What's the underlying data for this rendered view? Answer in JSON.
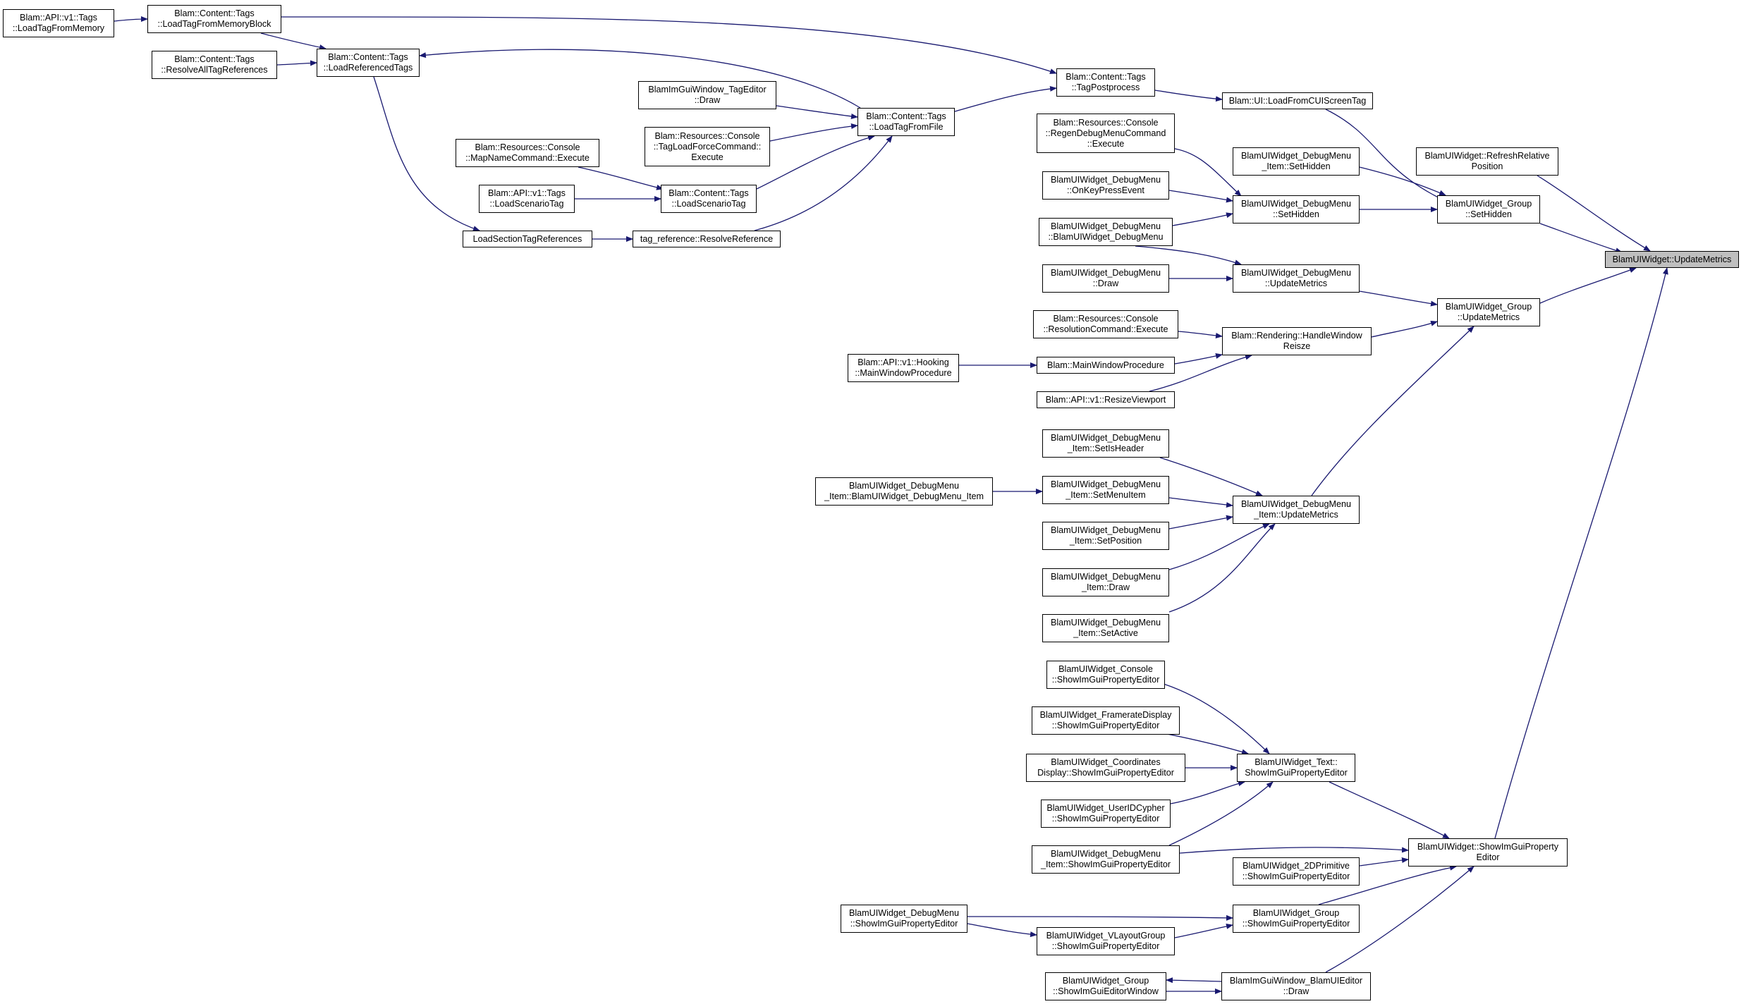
{
  "diagram": {
    "type": "call-graph",
    "focus_node": "n_target",
    "colors": {
      "edge": "#191970",
      "node_border": "#000000",
      "node_bg": "#ffffff",
      "focus_bg": "#bfbfbf"
    },
    "nodes": [
      {
        "id": "n_target",
        "label": "BlamUIWidget::UpdateMetrics"
      },
      {
        "id": "n_refreshrel",
        "label": "BlamUIWidget::RefreshRelative\nPosition"
      },
      {
        "id": "n_grp_sethidden",
        "label": "BlamUIWidget_Group\n::SetHidden"
      },
      {
        "id": "n_grp_updmet",
        "label": "BlamUIWidget_Group\n::UpdateMetrics"
      },
      {
        "id": "n_showimgui",
        "label": "BlamUIWidget::ShowImGuiProperty\nEditor"
      },
      {
        "id": "n_loadfromcui",
        "label": "Blam::UI::LoadFromCUIScreenTag"
      },
      {
        "id": "n_dm_item_sethidden",
        "label": "BlamUIWidget_DebugMenu\n_Item::SetHidden"
      },
      {
        "id": "n_dm_sethidden",
        "label": "BlamUIWidget_DebugMenu\n::SetHidden"
      },
      {
        "id": "n_dm_updmet",
        "label": "BlamUIWidget_DebugMenu\n::UpdateMetrics"
      },
      {
        "id": "n_handleresize",
        "label": "Blam::Rendering::HandleWindow\nReisze"
      },
      {
        "id": "n_dmi_updmet",
        "label": "BlamUIWidget_DebugMenu\n_Item::UpdateMetrics"
      },
      {
        "id": "n_text_showimgui",
        "label": "BlamUIWidget_Text::\nShowImGuiPropertyEditor"
      },
      {
        "id": "n_2dprim",
        "label": "BlamUIWidget_2DPrimitive\n::ShowImGuiPropertyEditor"
      },
      {
        "id": "n_grp_showimgui",
        "label": "BlamUIWidget_Group\n::ShowImGuiPropertyEditor"
      },
      {
        "id": "n_imguiwin_draw",
        "label": "BlamImGuiWindow_BlamUIEditor\n::Draw"
      },
      {
        "id": "n_tagpostprocess",
        "label": "Blam::Content::Tags\n::TagPostprocess"
      },
      {
        "id": "n_regendebug",
        "label": "Blam::Resources::Console\n::RegenDebugMenuCommand\n::Execute"
      },
      {
        "id": "n_dm_onkey",
        "label": "BlamUIWidget_DebugMenu\n::OnKeyPressEvent"
      },
      {
        "id": "n_dm_ctor",
        "label": "BlamUIWidget_DebugMenu\n::BlamUIWidget_DebugMenu"
      },
      {
        "id": "n_dm_draw",
        "label": "BlamUIWidget_DebugMenu\n::Draw"
      },
      {
        "id": "n_rescmd",
        "label": "Blam::Resources::Console\n::ResolutionCommand::Execute"
      },
      {
        "id": "n_mainwndproc",
        "label": "Blam::MainWindowProcedure"
      },
      {
        "id": "n_resizevp",
        "label": "Blam::API::v1::ResizeViewport"
      },
      {
        "id": "n_dmi_setisheader",
        "label": "BlamUIWidget_DebugMenu\n_Item::SetIsHeader"
      },
      {
        "id": "n_dmi_setmenuitem",
        "label": "BlamUIWidget_DebugMenu\n_Item::SetMenuItem"
      },
      {
        "id": "n_dmi_setpos",
        "label": "BlamUIWidget_DebugMenu\n_Item::SetPosition"
      },
      {
        "id": "n_dmi_draw",
        "label": "BlamUIWidget_DebugMenu\n_Item::Draw"
      },
      {
        "id": "n_dmi_setactive",
        "label": "BlamUIWidget_DebugMenu\n_Item::SetActive"
      },
      {
        "id": "n_console_showimgui",
        "label": "BlamUIWidget_Console\n::ShowImGuiPropertyEditor"
      },
      {
        "id": "n_framerate",
        "label": "BlamUIWidget_FramerateDisplay\n::ShowImGuiPropertyEditor"
      },
      {
        "id": "n_coords",
        "label": "BlamUIWidget_Coordinates\nDisplay::ShowImGuiPropertyEditor"
      },
      {
        "id": "n_useridcypher",
        "label": "BlamUIWidget_UserIDCypher\n::ShowImGuiPropertyEditor"
      },
      {
        "id": "n_dmi_showimgui",
        "label": "BlamUIWidget_DebugMenu\n_Item::ShowImGuiPropertyEditor"
      },
      {
        "id": "n_vlayout",
        "label": "BlamUIWidget_VLayoutGroup\n::ShowImGuiPropertyEditor"
      },
      {
        "id": "n_grp_showeditorwin",
        "label": "BlamUIWidget_Group\n::ShowImGuiEditorWindow"
      },
      {
        "id": "n_hooking_mwp",
        "label": "Blam::API::v1::Hooking\n::MainWindowProcedure"
      },
      {
        "id": "n_dmi_ctor",
        "label": "BlamUIWidget_DebugMenu\n_Item::BlamUIWidget_DebugMenu_Item"
      },
      {
        "id": "n_dm_showimgui",
        "label": "BlamUIWidget_DebugMenu\n::ShowImGuiPropertyEditor"
      },
      {
        "id": "n_loadtagfromfile",
        "label": "Blam::Content::Tags\n::LoadTagFromFile"
      },
      {
        "id": "n_tageditor_draw",
        "label": "BlamImGuiWindow_TagEditor\n::Draw"
      },
      {
        "id": "n_tagloadforce",
        "label": "Blam::Resources::Console\n::TagLoadForceCommand::\nExecute"
      },
      {
        "id": "n_loadscenario_tags",
        "label": "Blam::Content::Tags\n::LoadScenarioTag"
      },
      {
        "id": "n_resolveref",
        "label": "tag_reference::ResolveReference"
      },
      {
        "id": "n_mapname",
        "label": "Blam::Resources::Console\n::MapNameCommand::Execute"
      },
      {
        "id": "n_api_loadscenario",
        "label": "Blam::API::v1::Tags\n::LoadScenarioTag"
      },
      {
        "id": "n_loadsection",
        "label": "LoadSectionTagReferences"
      },
      {
        "id": "n_loadrefd",
        "label": "Blam::Content::Tags\n::LoadReferencedTags"
      },
      {
        "id": "n_resolveall",
        "label": "Blam::Content::Tags\n::ResolveAllTagReferences"
      },
      {
        "id": "n_loadfrommemblock",
        "label": "Blam::Content::Tags\n::LoadTagFromMemoryBlock"
      },
      {
        "id": "n_api_loadfrommem",
        "label": "Blam::API::v1::Tags\n::LoadTagFromMemory"
      }
    ],
    "edges": [
      [
        "n_refreshrel",
        "n_target"
      ],
      [
        "n_grp_sethidden",
        "n_target"
      ],
      [
        "n_grp_updmet",
        "n_target"
      ],
      [
        "n_showimgui",
        "n_target"
      ],
      [
        "n_loadfromcui",
        "n_grp_sethidden"
      ],
      [
        "n_dm_item_sethidden",
        "n_grp_sethidden"
      ],
      [
        "n_dm_sethidden",
        "n_grp_sethidden"
      ],
      [
        "n_dm_updmet",
        "n_grp_updmet"
      ],
      [
        "n_handleresize",
        "n_grp_updmet"
      ],
      [
        "n_dmi_updmet",
        "n_grp_updmet"
      ],
      [
        "n_text_showimgui",
        "n_showimgui"
      ],
      [
        "n_2dprim",
        "n_showimgui"
      ],
      [
        "n_grp_showimgui",
        "n_showimgui"
      ],
      [
        "n_imguiwin_draw",
        "n_showimgui"
      ],
      [
        "n_dmi_showimgui",
        "n_showimgui"
      ],
      [
        "n_tagpostprocess",
        "n_loadfromcui"
      ],
      [
        "n_regendebug",
        "n_dm_sethidden"
      ],
      [
        "n_dm_onkey",
        "n_dm_sethidden"
      ],
      [
        "n_dm_ctor",
        "n_dm_sethidden"
      ],
      [
        "n_dm_ctor",
        "n_dm_updmet"
      ],
      [
        "n_dm_draw",
        "n_dm_updmet"
      ],
      [
        "n_rescmd",
        "n_handleresize"
      ],
      [
        "n_mainwndproc",
        "n_handleresize"
      ],
      [
        "n_resizevp",
        "n_handleresize"
      ],
      [
        "n_hooking_mwp",
        "n_mainwndproc"
      ],
      [
        "n_dmi_setisheader",
        "n_dmi_updmet"
      ],
      [
        "n_dmi_setmenuitem",
        "n_dmi_updmet"
      ],
      [
        "n_dmi_setpos",
        "n_dmi_updmet"
      ],
      [
        "n_dmi_draw",
        "n_dmi_updmet"
      ],
      [
        "n_dmi_setactive",
        "n_dmi_updmet"
      ],
      [
        "n_dmi_ctor",
        "n_dmi_setmenuitem"
      ],
      [
        "n_console_showimgui",
        "n_text_showimgui"
      ],
      [
        "n_framerate",
        "n_text_showimgui"
      ],
      [
        "n_coords",
        "n_text_showimgui"
      ],
      [
        "n_useridcypher",
        "n_text_showimgui"
      ],
      [
        "n_dmi_showimgui",
        "n_text_showimgui"
      ],
      [
        "n_dm_showimgui",
        "n_grp_showimgui"
      ],
      [
        "n_vlayout",
        "n_grp_showimgui"
      ],
      [
        "n_dm_showimgui",
        "n_vlayout"
      ],
      [
        "n_imguiwin_draw",
        "n_grp_showeditorwin"
      ],
      [
        "n_grp_showeditorwin",
        "n_imguiwin_draw"
      ],
      [
        "n_loadtagfromfile",
        "n_tagpostprocess"
      ],
      [
        "n_loadfrommemblock",
        "n_tagpostprocess"
      ],
      [
        "n_tageditor_draw",
        "n_loadtagfromfile"
      ],
      [
        "n_tagloadforce",
        "n_loadtagfromfile"
      ],
      [
        "n_loadscenario_tags",
        "n_loadtagfromfile"
      ],
      [
        "n_resolveref",
        "n_loadtagfromfile"
      ],
      [
        "n_loadtagfromfile",
        "n_loadrefd"
      ],
      [
        "n_mapname",
        "n_loadscenario_tags"
      ],
      [
        "n_api_loadscenario",
        "n_loadscenario_tags"
      ],
      [
        "n_loadsection",
        "n_resolveref"
      ],
      [
        "n_loadrefd",
        "n_loadsection"
      ],
      [
        "n_resolveall",
        "n_loadrefd"
      ],
      [
        "n_loadfrommemblock",
        "n_loadrefd"
      ],
      [
        "n_api_loadfrommem",
        "n_loadfrommemblock"
      ]
    ]
  }
}
